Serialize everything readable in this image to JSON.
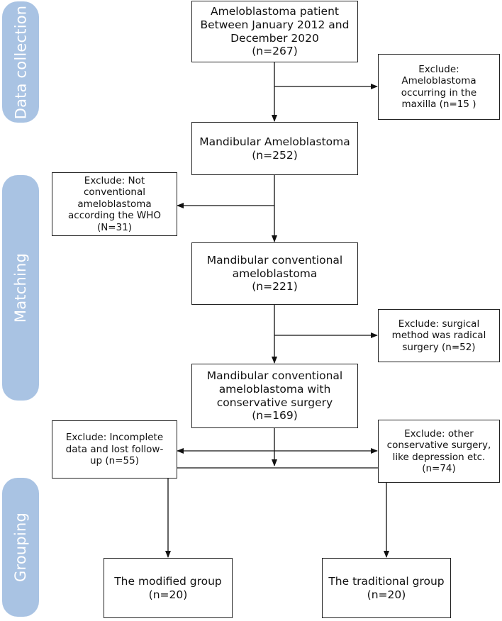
{
  "stages": {
    "data_collection": "Data collection",
    "matching": "Matching",
    "grouping": "Grouping"
  },
  "boxes": {
    "initial": {
      "lines": [
        "Ameloblastoma patient",
        "Between January 2012 and",
        "December 2020",
        "(n=267)"
      ]
    },
    "exclude_maxilla": {
      "lines": [
        "Exclude:",
        "Ameloblastoma",
        "occurring in the",
        "maxilla (n=15 )"
      ]
    },
    "mandibular": {
      "lines": [
        "Mandibular Ameloblastoma",
        "(n=252)"
      ]
    },
    "exclude_not_conventional": {
      "lines": [
        "Exclude: Not",
        "conventional",
        "ameloblastoma",
        "according the WHO",
        "(N=31)"
      ]
    },
    "conventional": {
      "lines": [
        "Mandibular conventional",
        "ameloblastoma",
        "(n=221)"
      ]
    },
    "exclude_radical": {
      "lines": [
        "Exclude: surgical",
        "method was radical",
        "surgery (n=52)"
      ]
    },
    "conservative": {
      "lines": [
        "Mandibular conventional",
        "ameloblastoma with",
        "conservative surgery",
        "(n=169)"
      ]
    },
    "exclude_incomplete": {
      "lines": [
        "Exclude: Incomplete",
        "data and lost follow-",
        "up (n=55)"
      ]
    },
    "exclude_other": {
      "lines": [
        "Exclude: other",
        "conservative surgery,",
        "like depression etc.",
        "(n=74)"
      ]
    },
    "modified_group": {
      "lines": [
        "The modified group",
        "(n=20)"
      ]
    },
    "traditional_group": {
      "lines": [
        "The traditional group",
        "(n=20)"
      ]
    }
  },
  "colors": {
    "stage_fill": "#a9c3e3",
    "stage_text": "#ffffff",
    "box_border": "#222222",
    "arrow": "#111111"
  }
}
